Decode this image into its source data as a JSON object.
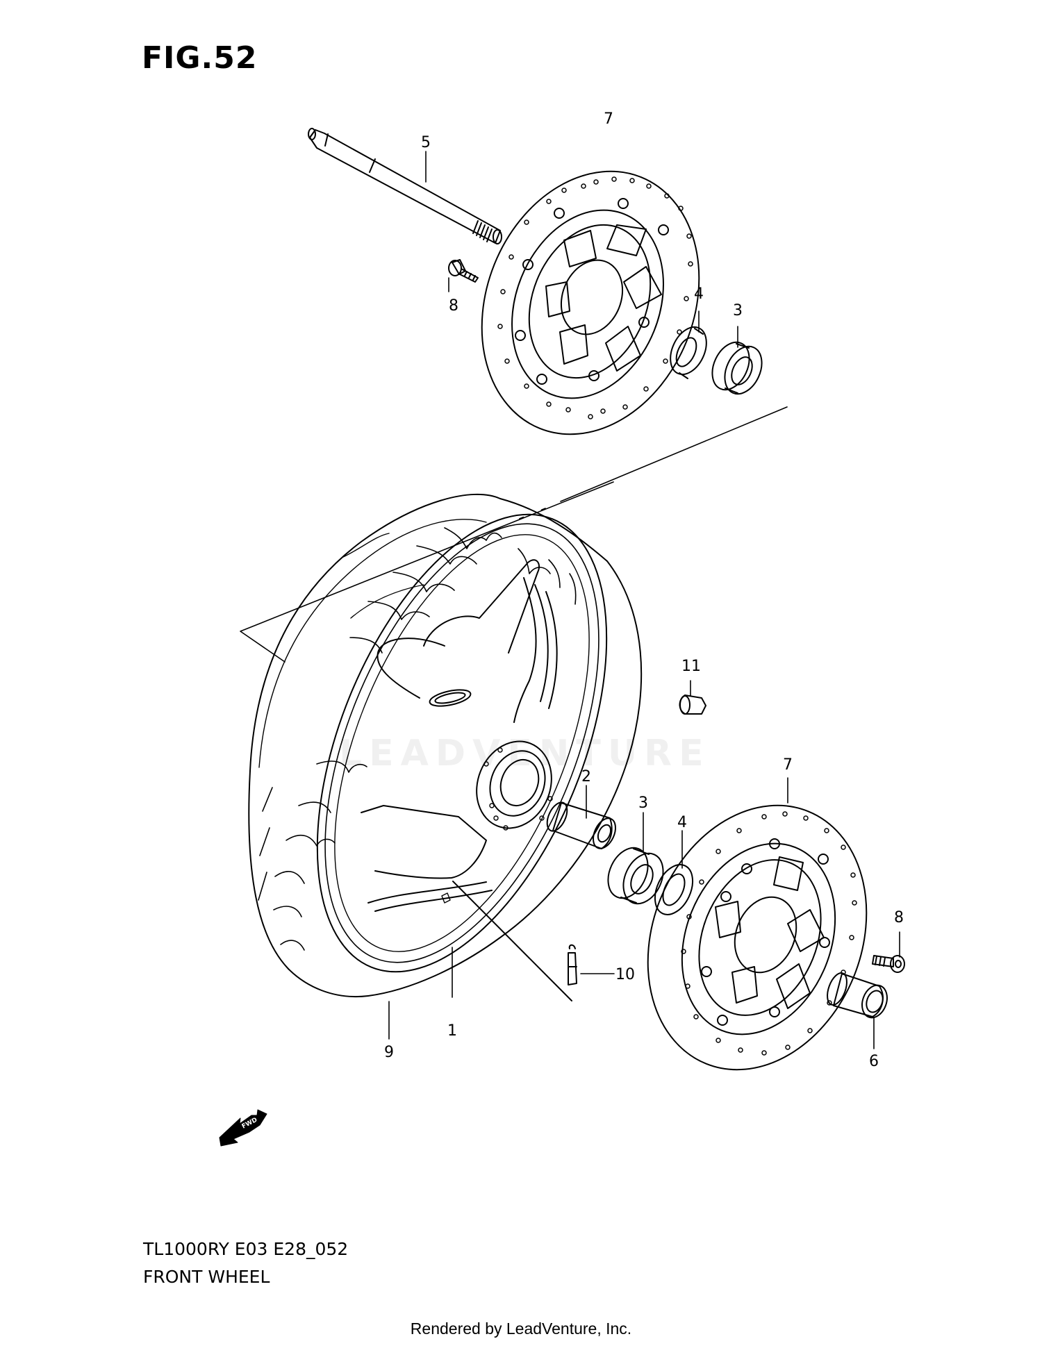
{
  "figure": {
    "title": "FIG.52",
    "model_code": "TL1000RY E03 E28_052",
    "caption": "FRONT WHEEL",
    "rendered_by": "Rendered by LeadVenture, Inc.",
    "watermark": "LEADVENTURE"
  },
  "callouts": {
    "c1": "1",
    "c2": "2",
    "c3a": "3",
    "c3b": "3",
    "c4a": "4",
    "c4b": "4",
    "c5": "5",
    "c6": "6",
    "c7a": "7",
    "c7b": "7",
    "c8a": "8",
    "c8b": "8",
    "c9": "9",
    "c10": "10",
    "c11": "11"
  },
  "fwd_label": "FWD",
  "colors": {
    "line": "#000000",
    "background": "#ffffff"
  }
}
